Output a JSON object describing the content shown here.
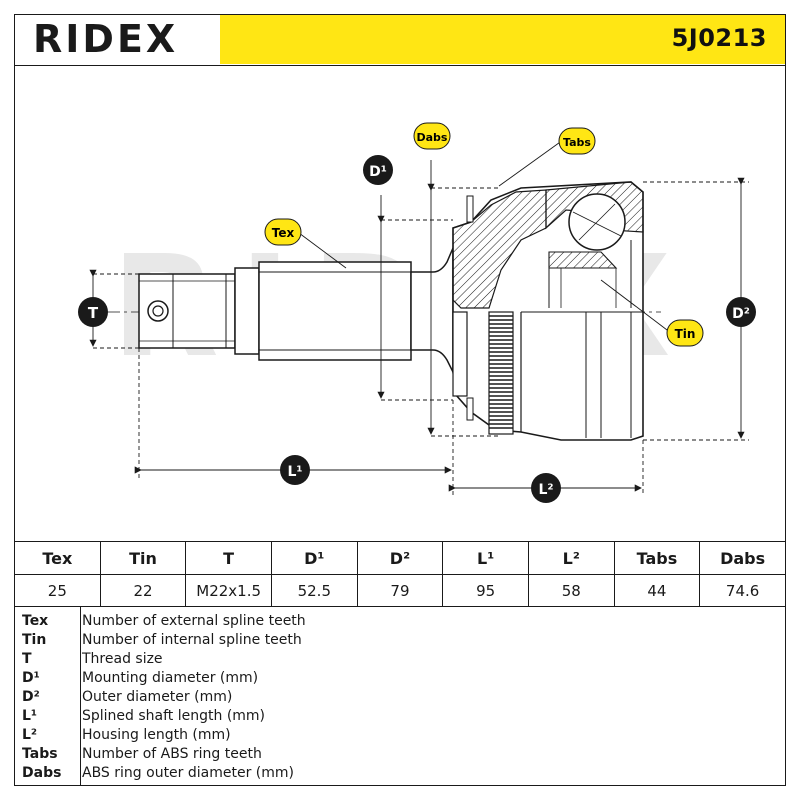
{
  "header": {
    "brand": "RIDEX",
    "part_number": "5J0213",
    "accent_color": "#ffe614"
  },
  "drawing": {
    "watermark": "RIDEX",
    "labels": {
      "tex": "Tex",
      "tin": "Tin",
      "t": "T",
      "d1": "D¹",
      "d2": "D²",
      "l1": "L¹",
      "l2": "L²",
      "tabs": "Tabs",
      "dabs": "Dabs"
    }
  },
  "specs": {
    "headers": [
      "Tex",
      "Tin",
      "T",
      "D¹",
      "D²",
      "L¹",
      "L²",
      "Tabs",
      "Dabs"
    ],
    "values": [
      "25",
      "22",
      "M22x1.5",
      "52.5",
      "79",
      "95",
      "58",
      "44",
      "74.6"
    ]
  },
  "legend": [
    {
      "key": "Tex",
      "desc": "Number of external spline teeth"
    },
    {
      "key": "Tin",
      "desc": "Number of internal spline teeth"
    },
    {
      "key": "T",
      "desc": "Thread size"
    },
    {
      "key": "D¹",
      "desc": "Mounting diameter (mm)"
    },
    {
      "key": "D²",
      "desc": "Outer diameter (mm)"
    },
    {
      "key": "L¹",
      "desc": "Splined shaft length (mm)"
    },
    {
      "key": "L²",
      "desc": "Housing length (mm)"
    },
    {
      "key": "Tabs",
      "desc": "Number of ABS ring teeth"
    },
    {
      "key": "Dabs",
      "desc": "ABS ring outer diameter (mm)"
    }
  ]
}
